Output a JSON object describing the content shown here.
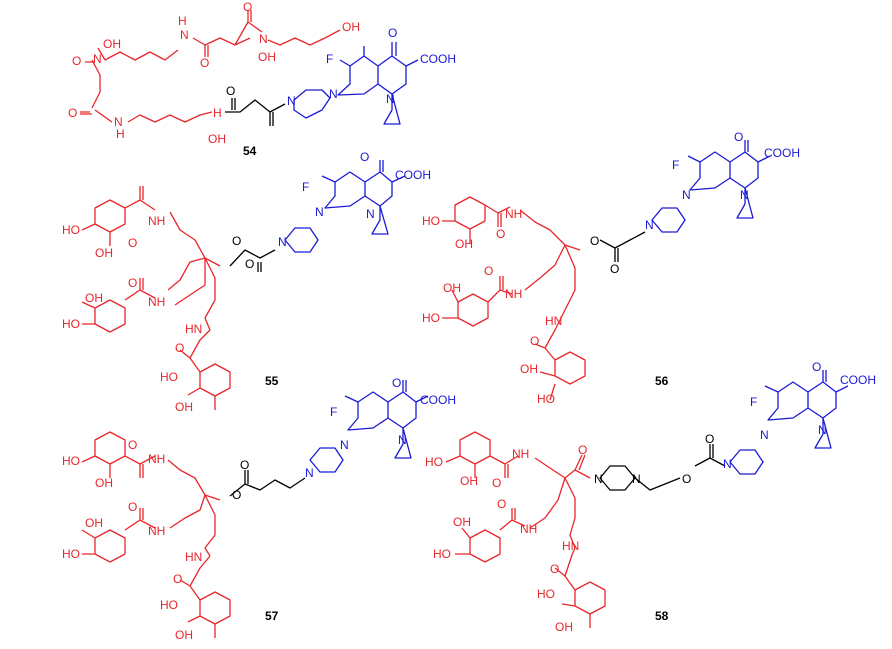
{
  "compounds": [
    {
      "id": "54",
      "labels": {
        "oh1": "OH",
        "oh2": "OH",
        "oh3": "OH",
        "oh4": "OH",
        "n1": "N",
        "n2": "N",
        "n3": "N",
        "h1": "H",
        "h2": "H",
        "o1": "O",
        "o2": "O",
        "o3": "O",
        "o4": "O",
        "o5": "O",
        "f": "F",
        "oq": "O",
        "cooh": "COOH",
        "nq": "N",
        "np1": "N",
        "np2": "N",
        "nh": "N",
        "h3": "H"
      }
    },
    {
      "id": "55",
      "labels": {
        "ho1": "HO",
        "oh1": "OH",
        "nh1": "NH",
        "ho2": "HO",
        "oh2": "OH",
        "nh2": "NH",
        "hn": "HN",
        "o1": "O",
        "o2": "O",
        "o3": "O",
        "oh3": "HO",
        "oh4": "OH",
        "oe": "O",
        "oc": "O",
        "f": "F",
        "oq": "O",
        "cooh": "COOH",
        "np1": "N",
        "np2": "N",
        "nq": "N"
      }
    },
    {
      "id": "56",
      "labels": {
        "ho1": "HO",
        "oh1": "OH",
        "nh1": "NH",
        "oh2": "OH",
        "ho2": "HO",
        "nh2": "NH",
        "hn": "HN",
        "o1": "O",
        "o2": "O",
        "o3": "O",
        "oh3": "OH",
        "oh4": "HO",
        "oe": "O",
        "oc": "O",
        "f": "F",
        "oq": "O",
        "cooh": "COOH",
        "np1": "N",
        "np2": "N",
        "nq": "N"
      }
    },
    {
      "id": "57",
      "labels": {
        "ho1": "HO",
        "oh1": "OH",
        "nh1": "NH",
        "ho2": "HO",
        "oh2": "OH",
        "nh2": "NH",
        "hn": "HN",
        "o1": "O",
        "o2": "O",
        "o3": "O",
        "oh3": "HO",
        "oh4": "OH",
        "oe": "O",
        "oc": "O",
        "f": "F",
        "oq": "O",
        "cooh": "COOH",
        "np1": "N",
        "np2": "N",
        "nq": "N"
      }
    },
    {
      "id": "58",
      "labels": {
        "ho1": "HO",
        "oh1": "OH",
        "nh1": "NH",
        "ho2": "HO",
        "oh2": "OH",
        "nh2": "NH",
        "hn": "HN",
        "o1": "O",
        "o2": "O",
        "o3": "O",
        "oh3": "HO",
        "oh4": "OH",
        "oa": "O",
        "npz1": "N",
        "npz2": "N",
        "oe": "O",
        "oc": "O",
        "f": "F",
        "oq": "O",
        "cooh": "COOH",
        "np1": "N",
        "np2": "N",
        "nq": "N"
      }
    }
  ],
  "colors": {
    "siderophore": "#e8262b",
    "fluoroquinolone": "#1a1ad6",
    "linker": "#000000"
  }
}
